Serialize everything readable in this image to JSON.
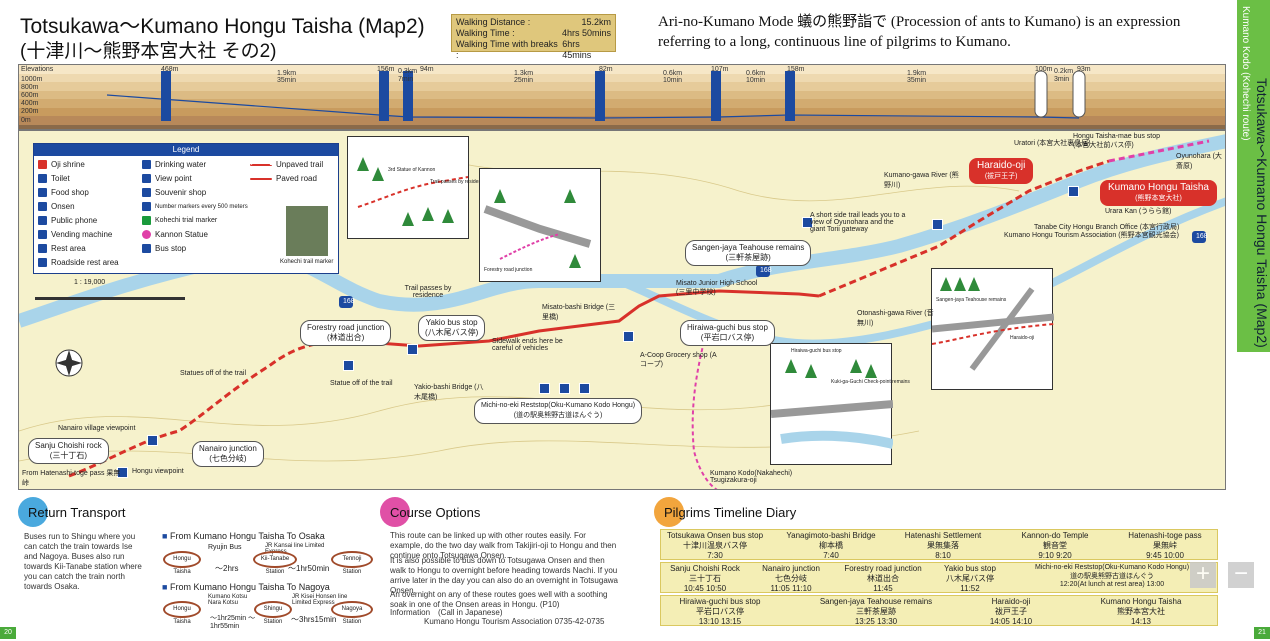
{
  "header": {
    "title_en": "Totsukawa〜Kumano Hongu Taisha (Map2)",
    "title_jp": "(十津川〜熊野本宮大社 その2)",
    "stats": [
      {
        "label": "Walking Distance :",
        "value": "15.2km"
      },
      {
        "label": "Walking Time :",
        "value": "4hrs 50mins"
      },
      {
        "label": "Walking Time with breaks :",
        "value": "6hrs 45mins"
      }
    ],
    "intro": "Ari-no-Kumano Mode 蟻の熊野詣で (Procession of ants to Kumano) is an expression referring to a long, continuous line of pilgrims to Kumano."
  },
  "side_tab": {
    "line1": "Kumano Kodo (Kohechi route)",
    "line2": "Totsukawa〜Kumano Hongu Taisha (Map2)"
  },
  "elevation": {
    "heading": "Elevations",
    "levels": [
      "1000m",
      "800m",
      "600m",
      "400m",
      "200m",
      "0m"
    ],
    "points": [
      "468m",
      "156m",
      "0.3km",
      "94m",
      "82m",
      "107m",
      "158m",
      "100m",
      "0.2km",
      "93m"
    ],
    "segments": [
      {
        "dist": "1.9km",
        "time": "35min"
      },
      {
        "dist": "1.3km",
        "time": "25min"
      },
      {
        "dist": "0.6km",
        "time": "10min"
      },
      {
        "dist": "0.6km",
        "time": "10min"
      },
      {
        "dist": "1.9km",
        "time": "35min"
      },
      {
        "dist": "0.2km",
        "time": "3min"
      },
      {
        "dist": "0.3km",
        "time": "7min"
      }
    ]
  },
  "legend": {
    "title": "Legend",
    "col1": [
      "Oji shrine",
      "Toilet",
      "Food shop",
      "Onsen",
      "Public phone",
      "Vending machine",
      "Rest area",
      "Roadside rest area"
    ],
    "col2": [
      "Drinking water",
      "View point",
      "Souvenir shop",
      "Number markers every 500 meters",
      "Kohechi trial marker",
      "Kannon Statue",
      "Bus stop"
    ],
    "col3": [
      "Unpaved trail",
      "Paved road"
    ],
    "photo_caption": "Kohechi trail marker",
    "scale": "1 : 19,000"
  },
  "map_labels": {
    "forestry_junction": [
      "Forestry road junction",
      "(林道出合)"
    ],
    "yakio_bus": [
      "Yakio bus stop",
      "(八木尾バス停)"
    ],
    "sangen_jaya": [
      "Sangen-jaya Teahouse remains",
      "(三軒茶屋跡)"
    ],
    "hiraiwa_bus": [
      "Hiraiwa-guchi bus stop",
      "(平岩口バス停)"
    ],
    "michi_no_eki": [
      "Michi-no-eki Reststop(Oku-Kumano Kodo Hongu)",
      "(道の駅奥熊野古道ほんぐう)"
    ],
    "sanju_choishi": [
      "Sanju Choishi rock",
      "(三十丁石)"
    ],
    "nanairo_junction": [
      "Nanairo junction",
      "(七色分岐)"
    ],
    "haraido": [
      "Haraido-oji",
      "(祓戸王子)"
    ],
    "kumano_hongu": [
      "Kumano Hongu Taisha",
      "(熊野本宮大社)"
    ],
    "trail_passes": "Trail passes by residence",
    "statue_off": "Statue off of the trail",
    "statues_off": "Statues off of the trail",
    "sidewalk": "Sidewalk ends here be careful of vehicles",
    "misato_bridge": "Misato-bashi Bridge (三里橋)",
    "misato_school": "Misato Junior High School (三里中学校)",
    "acoop": "A-Coop Grocery shop (Aコープ)",
    "yakio_bridge": "Yakio-bashi Bridge (八木尾橋)",
    "nanairo_vp": "Nanairo village viewpoint",
    "hongu_vp": "Hongu viewpoint",
    "hatenashi_pass": "From Hatenashi-toge pass 果無峠",
    "nakahechi": "Kumano Kodo(Nakahechi) Tsugizakura-oji",
    "otonashi": "Otonashi-gawa River (音無川)",
    "kumano_river": "Kumano-gawa River (熊野川)",
    "side_trail": "A short side trail leads you to a view of Oyunohara and the giant Torii gateway",
    "urara_kan": "Urara Kan (うらら館)",
    "uratori": "Uratori (本宮大社裏鳥居)",
    "hongu_bus": "Hongu Taisha-mae bus stop (本宮大社前バス停)",
    "oyunohara": "Oyunohara (大斎原)",
    "tanabe_office": "Tanabe City Hongu Branch Office (本宮行政局)",
    "tourism_assoc": "Kumano Hongu Tourism Association (熊野本宮観光協会)",
    "route_168": "168",
    "inset_kannon": "3rd Statue of Kannon",
    "inset_trail": "Trail passes by residence",
    "inset_forest": "Forestry road junction",
    "inset_hiraiwa": "Hiraiwa-guchi bus stop",
    "inset_kuki": "Kuki-ga-Guchi Check-point remains",
    "inset_haraido": "Haraido-oji"
  },
  "return_transport": {
    "title": "Return Transport",
    "body": "Buses run to Shingu where you can catch the train towards Ise and Nagoya. Buses also run towards Kii-Tanabe station where you can catch the train north towards Osaka.",
    "osaka_title": "From Kumano Hongu Taisha To Osaka",
    "osaka_bus": "Ryujin Bus",
    "osaka_train": "JR Kansai line Limited Express",
    "osaka_from": "Hongu Taisha",
    "osaka_mid": "Kii-Tanabe Station",
    "osaka_to": "Tennoji Station",
    "osaka_t1": "〜2hrs",
    "osaka_t2": "〜1hr50min",
    "nagoya_title": "From Kumano Hongu Taisha To Nagoya",
    "nagoya_bus": "Kumano Kotsu Nara Kotsu",
    "nagoya_train": "JR Kisei Honsen line Limited Express",
    "nagoya_from": "Hongu Taisha",
    "nagoya_mid": "Shingu Station",
    "nagoya_to": "Nagoya Station",
    "nagoya_t1": "〜1hr25min 〜1hr55min",
    "nagoya_t2": "〜3hrs15min"
  },
  "course_options": {
    "title": "Course Options",
    "items": [
      "This route can be linked up with other routes easily. For example, do the two day walk from Takijiri-oji to Hongu and then continue onto Totsugawa Onsen.",
      "It is also possible to bus down to Totsugawa Onsen and then walk to Hongu to overnight before heading towards Nachi. If you arrive later in the day you can also do an overnight in Totsugawa Onsen.",
      "An overnight on any of these routes goes well with a soothing soak in one of the Onsen areas in Hongu. (P10)"
    ],
    "info": "Information　(Call in Japanese)",
    "assoc": "Kumano Hongu Tourism Association  0735-42-0735"
  },
  "timeline": {
    "title": "Pilgrims Timeline Diary",
    "rows": [
      [
        {
          "en": "Totsukawa Onsen bus stop",
          "jp": "十津川温泉バス停",
          "t": "7:30"
        },
        {
          "en": "Yanagimoto-bashi Bridge",
          "jp": "柳本橋",
          "t": "7:40"
        },
        {
          "en": "Hatenashi Settlement",
          "jp": "果無集落",
          "t": "8:10"
        },
        {
          "en": "Kannon-do Temple",
          "jp": "観音堂",
          "t": "9:10   9:20"
        },
        {
          "en": "Hatenashi-toge pass",
          "jp": "果無峠",
          "t": "9:45   10:00"
        }
      ],
      [
        {
          "en": "Sanju Choishi Rock",
          "jp": "三十丁石",
          "t": "10:45   10:50"
        },
        {
          "en": "Nanairo junction",
          "jp": "七色分岐",
          "t": "11:05   11:10"
        },
        {
          "en": "Forestry road junction",
          "jp": "林道出合",
          "t": "11:45"
        },
        {
          "en": "Yakio bus stop",
          "jp": "八木尾バス停",
          "t": "11:52"
        },
        {
          "en": "Michi-no-eki Reststop(Oku-Kumano Kodo Hongu)",
          "jp": "道の駅奥熊野古道ほんぐう",
          "t": "12:20(At lunch at rest area) 13:00"
        }
      ],
      [
        {
          "en": "Hiraiwa-guchi bus stop",
          "jp": "平岩口バス停",
          "t": "13:10   13:15"
        },
        {
          "en": "Sangen-jaya Teahouse remains",
          "jp": "三軒茶屋跡",
          "t": "13:25   13:30"
        },
        {
          "en": "Haraido-oji",
          "jp": "祓戸王子",
          "t": "14:05   14:10"
        },
        {
          "en": "Kumano Hongu Taisha",
          "jp": "熊野本宮大社",
          "t": "14:13"
        }
      ]
    ]
  },
  "page_numbers": {
    "left": "20",
    "right": "21"
  },
  "zoom": {
    "in": "+",
    "out": "−"
  },
  "colors": {
    "route": "#d8312a",
    "accent_blue": "#1c4aa0",
    "tab_green": "#6bbf45",
    "map_bg": "#f6f2cc",
    "river": "#a9d4ea"
  }
}
